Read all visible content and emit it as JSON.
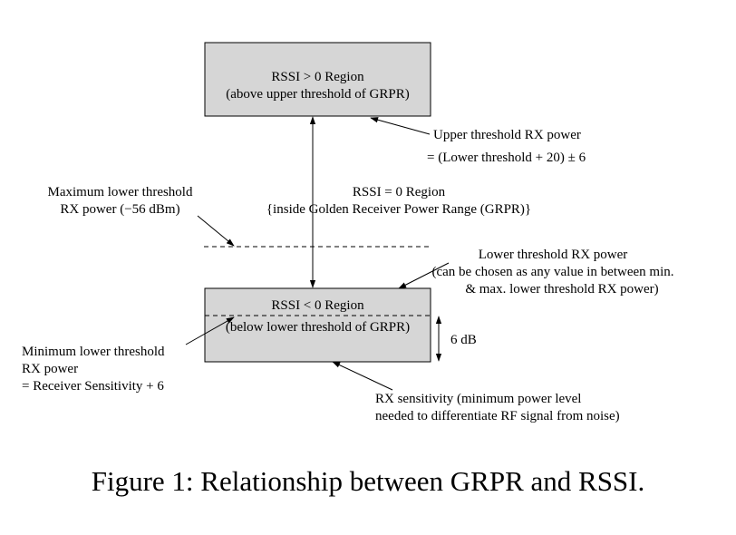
{
  "region_top": {
    "line1": "RSSI > 0 Region",
    "line2": "(above upper threshold of GRPR)"
  },
  "region_middle": {
    "line1": "RSSI = 0 Region",
    "line2": "{inside Golden Receiver Power Range (GRPR)}"
  },
  "region_bottom": {
    "line1": "RSSI < 0 Region",
    "line2": "(below lower threshold of GRPR)"
  },
  "annotations": {
    "upper_threshold": {
      "line1": "Upper threshold RX power",
      "line2": "= (Lower threshold + 20) ± 6"
    },
    "max_lower_threshold": {
      "line1": "Maximum lower threshold",
      "line2": "RX power (−56 dBm)"
    },
    "lower_threshold": {
      "line1": "Lower threshold RX power",
      "line2": "(can be chosen as any value in between min.",
      "line3": "& max. lower threshold RX power)"
    },
    "min_lower_threshold": {
      "line1": "Minimum lower threshold",
      "line2": "RX power",
      "line3": "= Receiver Sensitivity + 6"
    },
    "six_db": "6 dB",
    "rx_sensitivity": {
      "line1": "RX sensitivity (minimum power level",
      "line2": "needed to differentiate RF signal from noise)"
    }
  },
  "caption": "Figure 1: Relationship between GRPR and RSSI.",
  "colors": {
    "box_fill": "#d6d6d6",
    "line": "#000000"
  }
}
